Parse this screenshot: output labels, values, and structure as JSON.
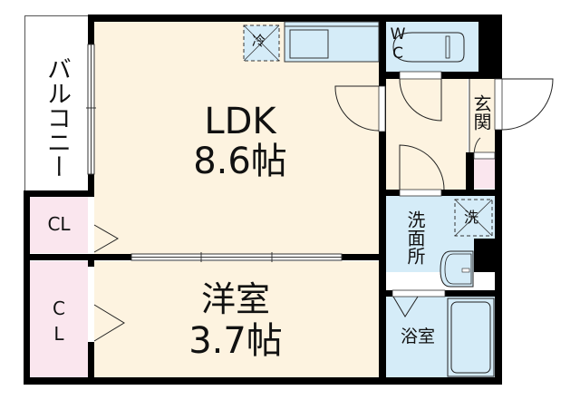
{
  "floor_plan": {
    "rooms": {
      "ldk": {
        "name": "LDK",
        "size": "8.6帖"
      },
      "western_room": {
        "name": "洋室",
        "size": "3.7帖"
      },
      "balcony": {
        "name": "バルコニー"
      },
      "closet_upper": {
        "name": "CL"
      },
      "closet_lower": {
        "name": "C\nL",
        "line1": "C",
        "line2": "L"
      },
      "wc": {
        "line1": "W",
        "line2": "C"
      },
      "entrance": {
        "name": "玄関"
      },
      "washroom": {
        "name": "洗面所"
      },
      "bathroom": {
        "name": "浴室"
      }
    },
    "fixtures": {
      "fridge": {
        "label": "冷"
      },
      "washer": {
        "label": "洗"
      }
    },
    "colors": {
      "living": "#fdf3e0",
      "wet_area": "#d5ecf8",
      "storage": "#fae6ee",
      "wall": "#000000"
    }
  }
}
